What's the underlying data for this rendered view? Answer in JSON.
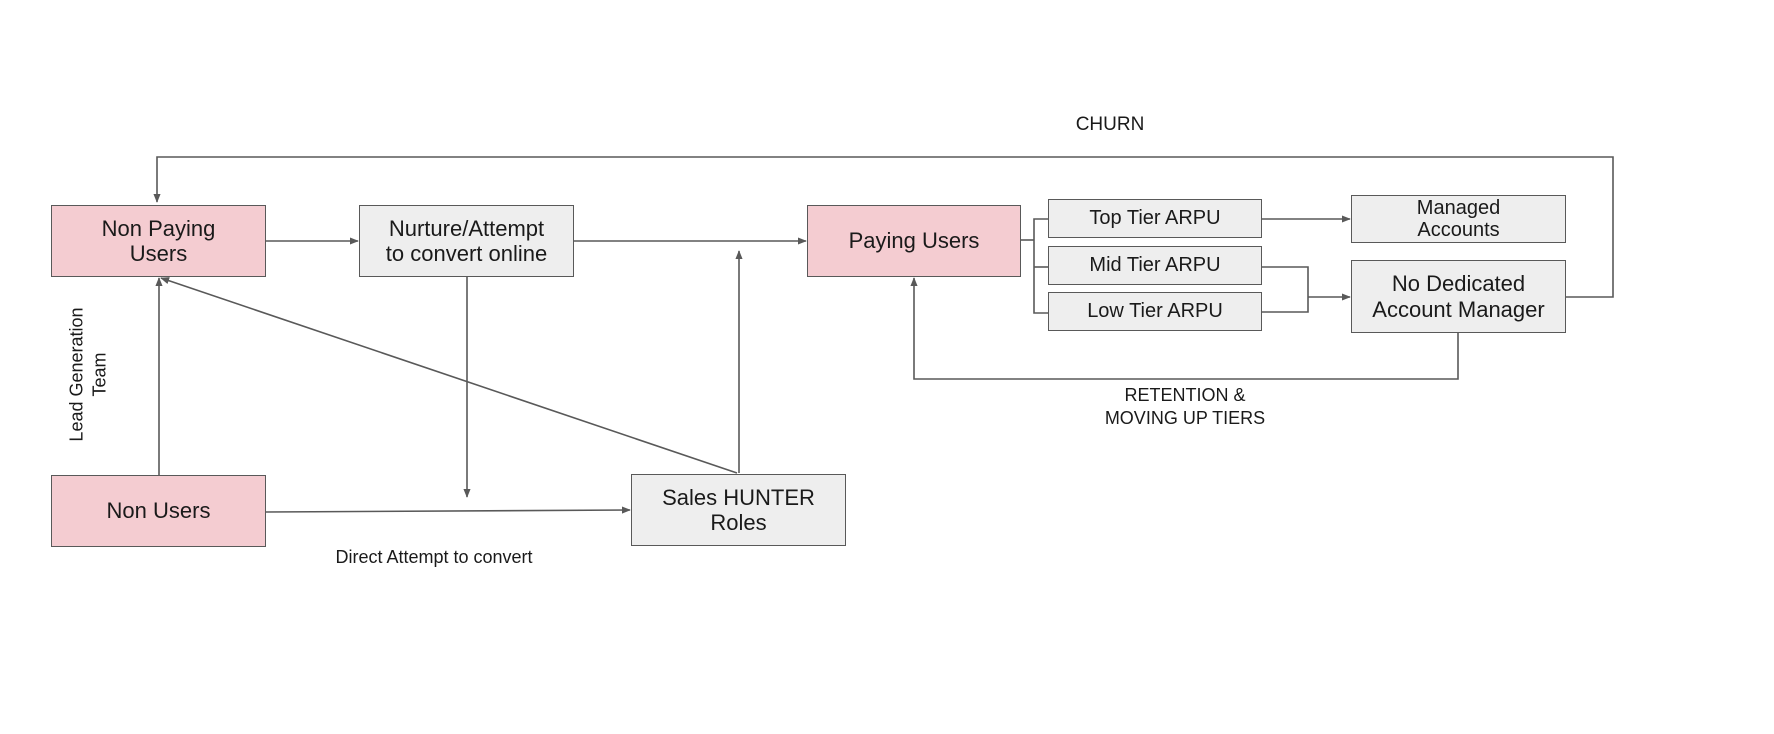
{
  "nodes": {
    "non_paying_users": "Non Paying\nUsers",
    "nurture": "Nurture/Attempt\nto convert online",
    "paying_users": "Paying Users",
    "top_tier": "Top Tier ARPU",
    "mid_tier": "Mid Tier ARPU",
    "low_tier": "Low Tier ARPU",
    "managed_accounts": "Managed\nAccounts",
    "no_dedicated": "No Dedicated\nAccount Manager",
    "non_users": "Non Users",
    "sales_hunter": "Sales HUNTER\nRoles"
  },
  "labels": {
    "churn": "CHURN",
    "lead_generation": "Lead Generation\nTeam",
    "retention": "RETENTION &\nMOVING UP TIERS",
    "direct_attempt": "Direct Attempt to convert"
  },
  "colors": {
    "user_node_fill": "#f4ccd1",
    "process_node_fill": "#eeeeee",
    "line": "#595959"
  }
}
